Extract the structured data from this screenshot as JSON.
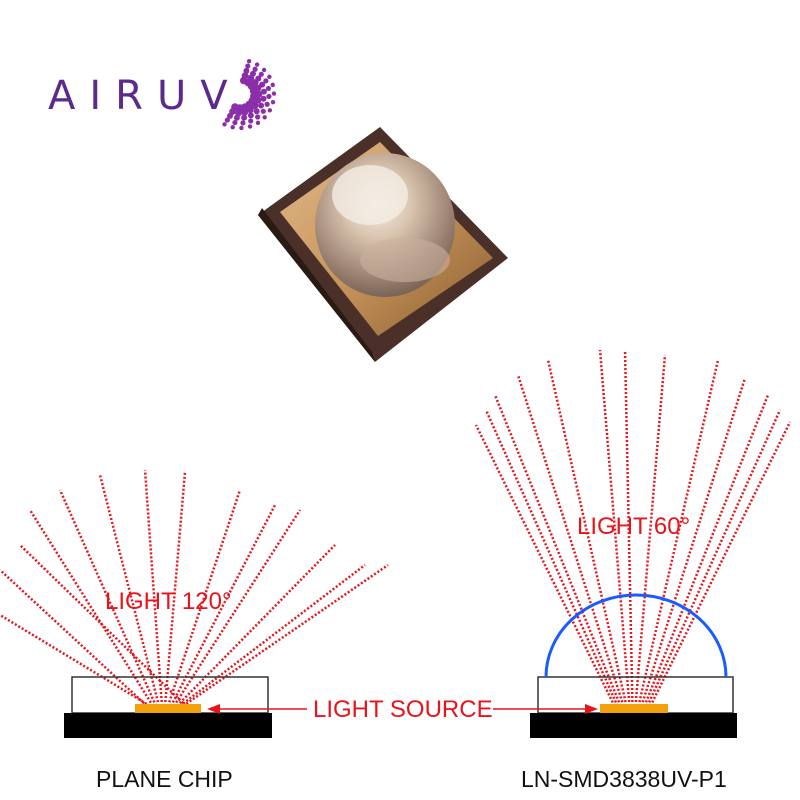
{
  "logo": {
    "text": "AIRUV",
    "color": "#5a2a8c"
  },
  "colors": {
    "ray": "#e8141b",
    "dome": "#1a5bff",
    "substrate": "#000000",
    "emitter": "#f2a10a"
  },
  "left_diagram": {
    "light_label": "LIGHT 120°",
    "caption": "PLANE CHIP"
  },
  "right_diagram": {
    "light_label": "LIGHT 60°",
    "caption": "LN-SMD3838UV-P1"
  },
  "center_label": "LIGHT SOURCE"
}
